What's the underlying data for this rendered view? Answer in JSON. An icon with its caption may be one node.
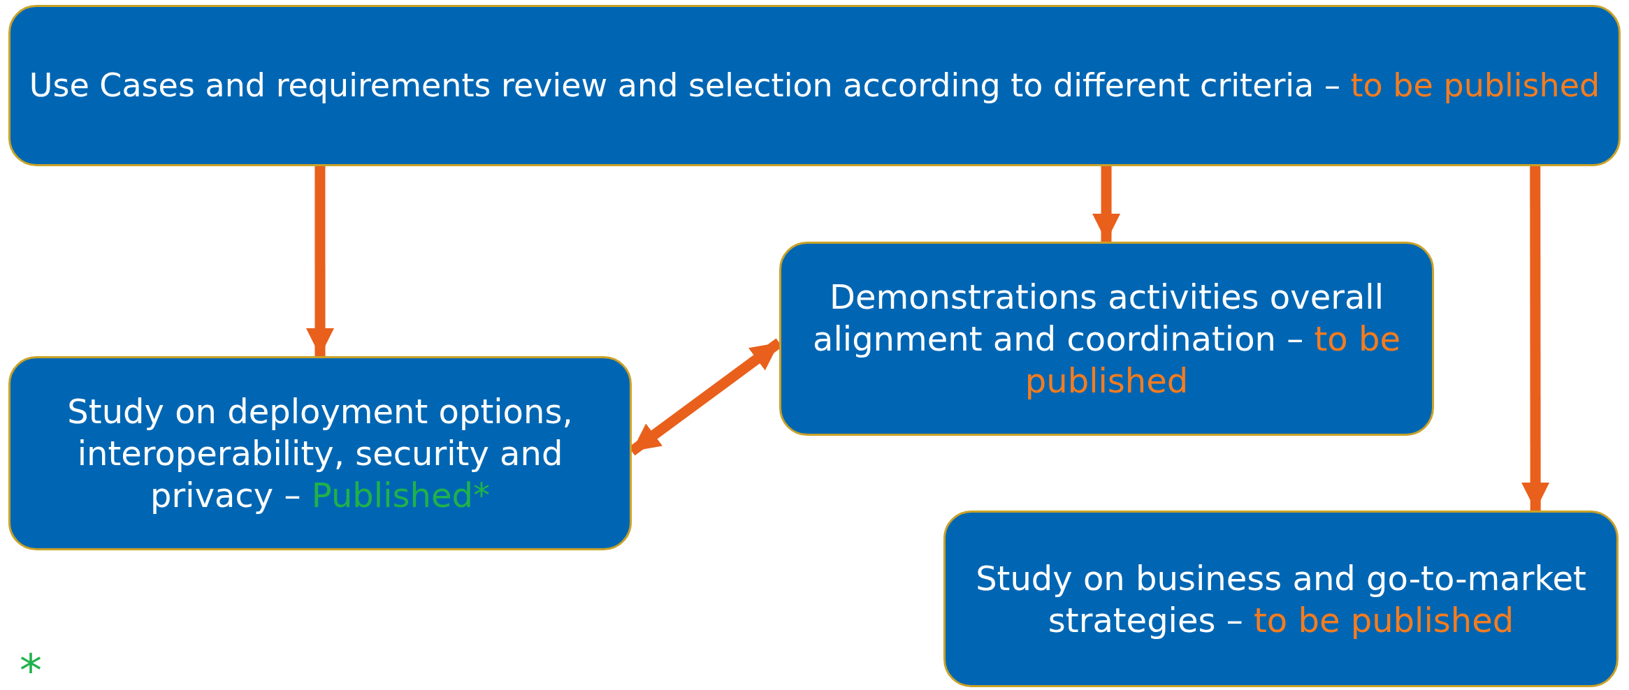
{
  "diagram": {
    "nodes": [
      {
        "text": [
          "Use Cases and requirements review and selection according to different criteria –",
          "to be published"
        ]
      },
      {
        "text": [
          "Study on deployment options, interoperability, security and privacy –",
          "Published*"
        ]
      },
      {
        "text": [
          "Demonstrations activities overall alignment and coordination –",
          "to be published"
        ]
      },
      {
        "text": [
          "Study on business and go-to-market strategies –",
          "to be published"
        ]
      }
    ],
    "edges": [
      {
        "from": 0,
        "to": 1,
        "arrow": "to"
      },
      {
        "from": 0,
        "to": 2,
        "arrow": "to"
      },
      {
        "from": 0,
        "to": 3,
        "arrow": "to"
      },
      {
        "from": 1,
        "to": 2,
        "arrow": "both"
      }
    ],
    "labels": [
      "*"
    ]
  }
}
